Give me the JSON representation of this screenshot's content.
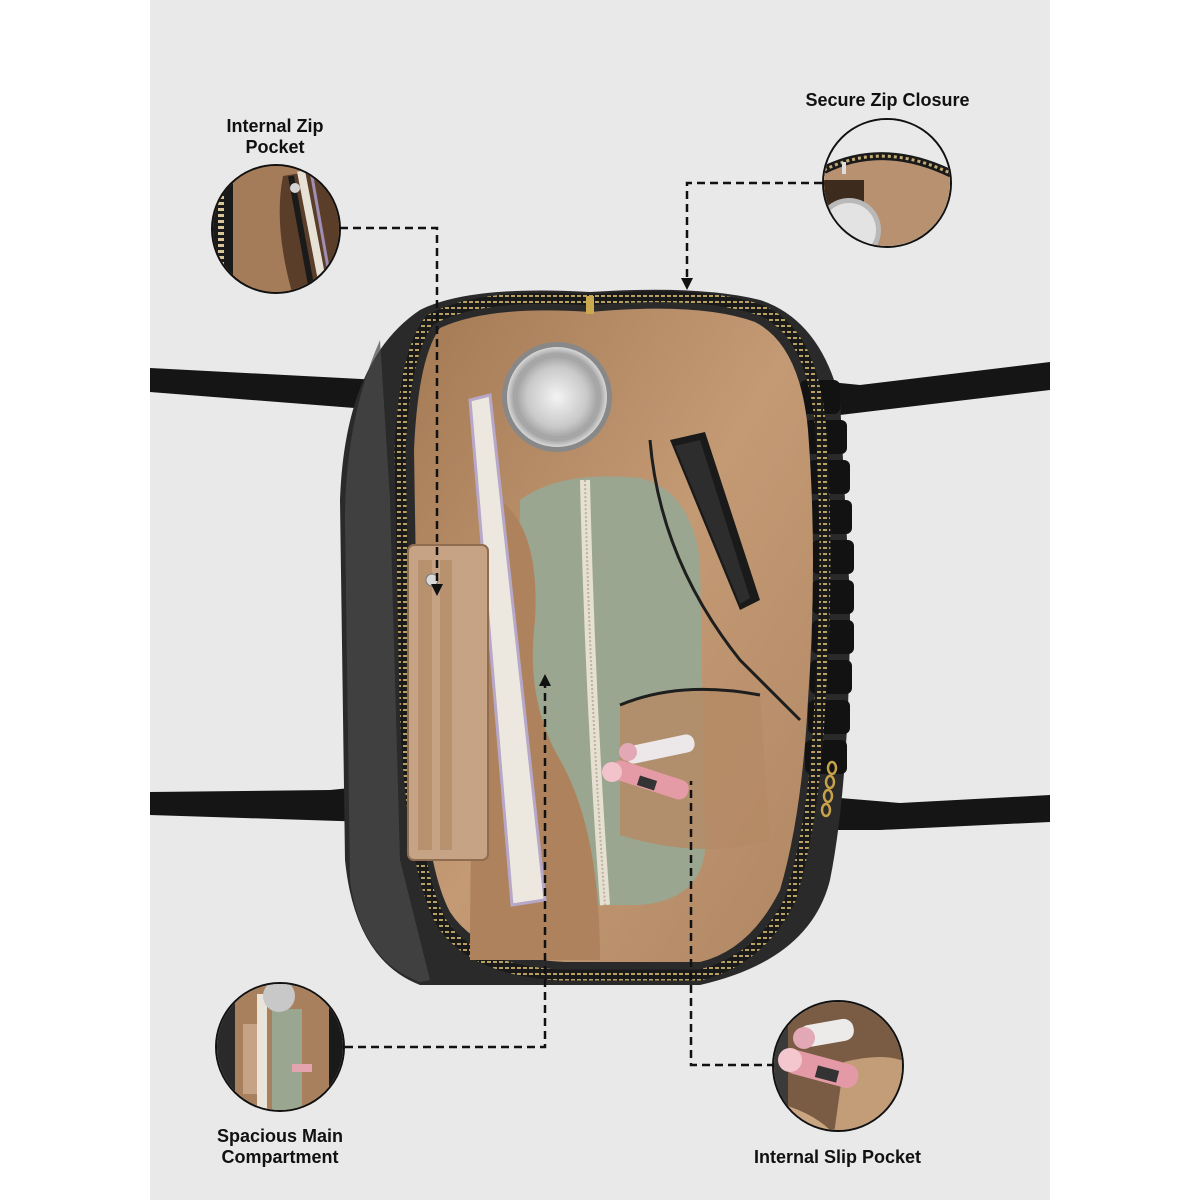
{
  "theme": {
    "panel_bg": "#e9e9e9",
    "page_bg": "#ffffff",
    "bag_black": "#1c1c1c",
    "lining_tan": "#b48a64",
    "zipper_gold": "#b79d55",
    "connector_color": "#111111"
  },
  "callouts": [
    {
      "id": "internal-zip-pocket",
      "label_line1": "Internal Zip",
      "label_line2": "Pocket",
      "icon": "zip-pocket-closeup"
    },
    {
      "id": "secure-zip-closure",
      "label_line1": "Secure Zip Closure",
      "label_line2": "",
      "icon": "zip-closure-closeup"
    },
    {
      "id": "spacious-main-compartment",
      "label_line1": "Spacious Main",
      "label_line2": "Compartment",
      "icon": "main-compartment-closeup"
    },
    {
      "id": "internal-slip-pocket",
      "label_line1": "Internal Slip Pocket",
      "label_line2": "",
      "icon": "slip-pocket-closeup"
    }
  ],
  "product": {
    "description": "Black shoulder tote bag, top view, open, showing tan lining with water bottle, book, wallet, phone, pouch and lipsticks"
  }
}
